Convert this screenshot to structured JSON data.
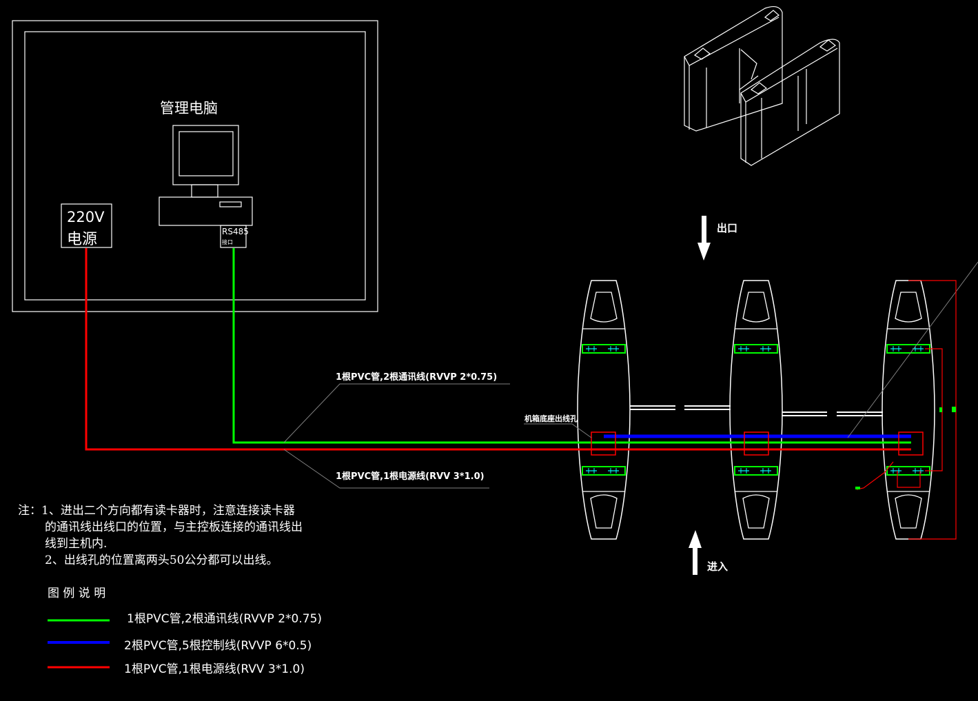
{
  "diagram": {
    "computer_label": "管理电脑",
    "power_label_line1": "220V",
    "power_label_line2": "电源",
    "rs485_label": "RS485",
    "rs485_sub": "接口",
    "comm_cable_label": "1根PVC管,2根通讯线(RVVP 2*0.75)",
    "power_cable_label": "1根PVC管,1根电源线(RVV 3*1.0)",
    "outlet_hole_label": "机箱底座出线孔",
    "exit_label": "出口",
    "entry_label": "进入"
  },
  "notes": {
    "line1": "注：1、进出二个方向都有读卡器时，注意连接读卡器",
    "line2": "的通讯线出线口的位置，与主控板连接的通讯线出",
    "line3": "线到主机内.",
    "line4": "2、出线孔的位置离两头50公分都可以出线。"
  },
  "legend": {
    "title": "图 例 说 明",
    "items": [
      {
        "label": "1根PVC管,2根通讯线(RVVP 2*0.75)",
        "color": "#00ff00"
      },
      {
        "label": "2根PVC管,5根控制线(RVVP 6*0.5)",
        "color": "#0000ff"
      },
      {
        "label": "1根PVC管,1根电源线(RVV 3*1.0)",
        "color": "#ff0000"
      }
    ]
  },
  "colors": {
    "comm": "#00ff00",
    "control": "#0000ff",
    "power": "#ff0000",
    "line": "#ffffff",
    "dim": "#808080",
    "detail": "#00ffff"
  }
}
